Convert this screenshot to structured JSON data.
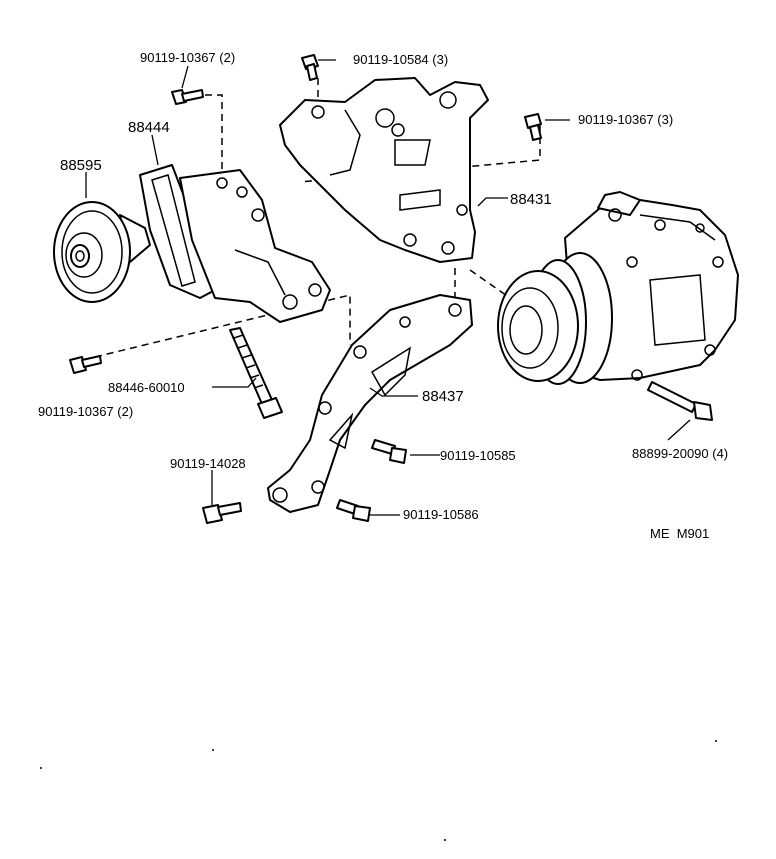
{
  "diagram": {
    "parts": {
      "idler_pulley": "88595",
      "adjusting_bar": "88444",
      "compressor_bracket": "88431",
      "lower_bracket": "88437",
      "adjusting_bolt": "88446-60010"
    },
    "fasteners": {
      "bolt_top_left": "90119-10367 (2)",
      "bolt_top_center": "90119-10584 (3)",
      "bolt_right": "90119-10367 (3)",
      "bolt_left": "90119-10367 (2)",
      "bolt_bottom_left": "90119-14028",
      "bolt_center_1": "90119-10585",
      "bolt_center_2": "90119-10586",
      "compressor_bolt": "88899-20090 (4)"
    },
    "ref_code": "ME  M901"
  }
}
